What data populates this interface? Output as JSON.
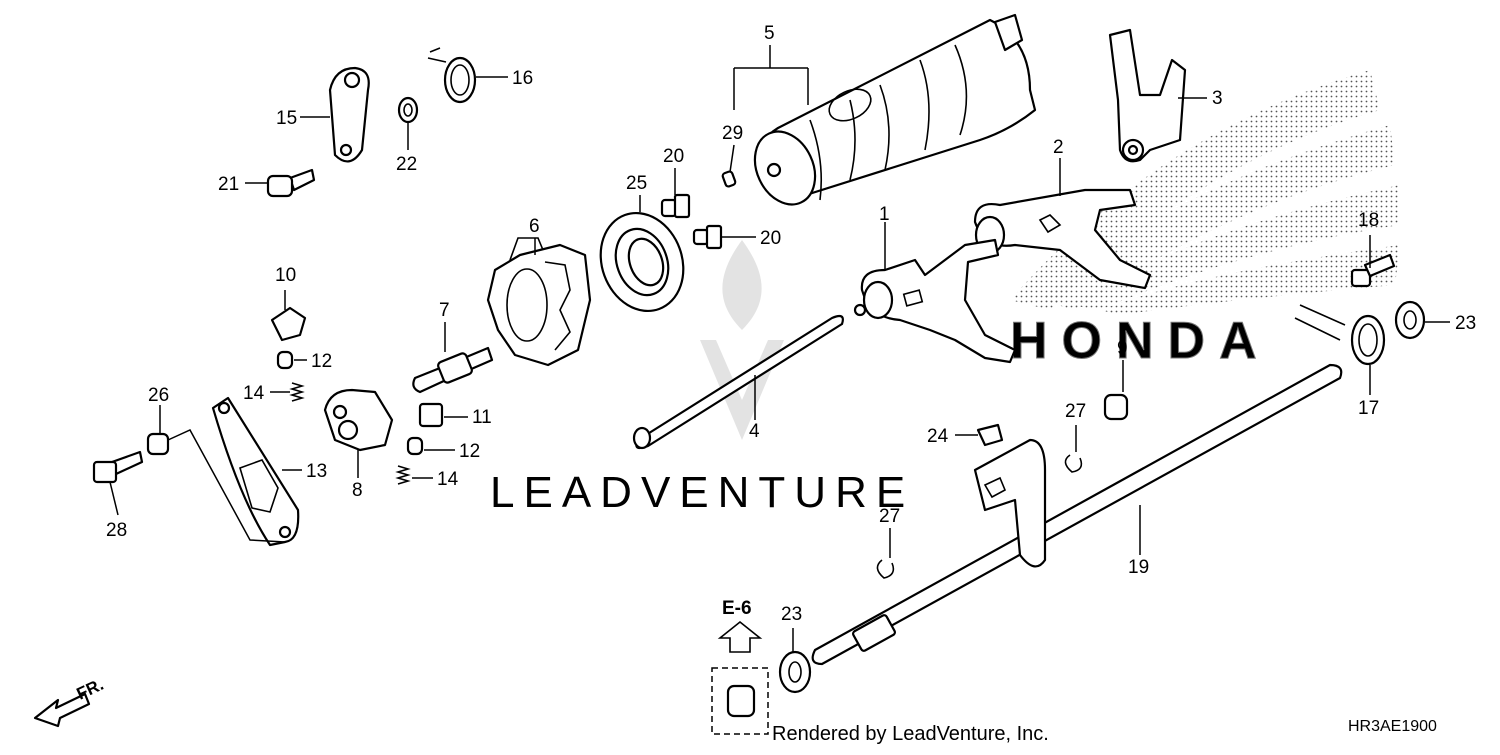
{
  "diagram": {
    "callouts": [
      "1",
      "2",
      "3",
      "4",
      "5",
      "6",
      "7",
      "8",
      "9",
      "10",
      "11",
      "12",
      "12",
      "13",
      "14",
      "14",
      "15",
      "16",
      "17",
      "18",
      "19",
      "20",
      "20",
      "21",
      "22",
      "23",
      "23",
      "24",
      "25",
      "26",
      "27",
      "27",
      "28",
      "29"
    ],
    "section_ref": "E-6",
    "direction_label": "FR.",
    "watermark": "LEADVENTURE",
    "brand_text": "HONDA",
    "credit": "Rendered by LeadVenture, Inc.",
    "diagram_code": "HR3AE1900"
  }
}
